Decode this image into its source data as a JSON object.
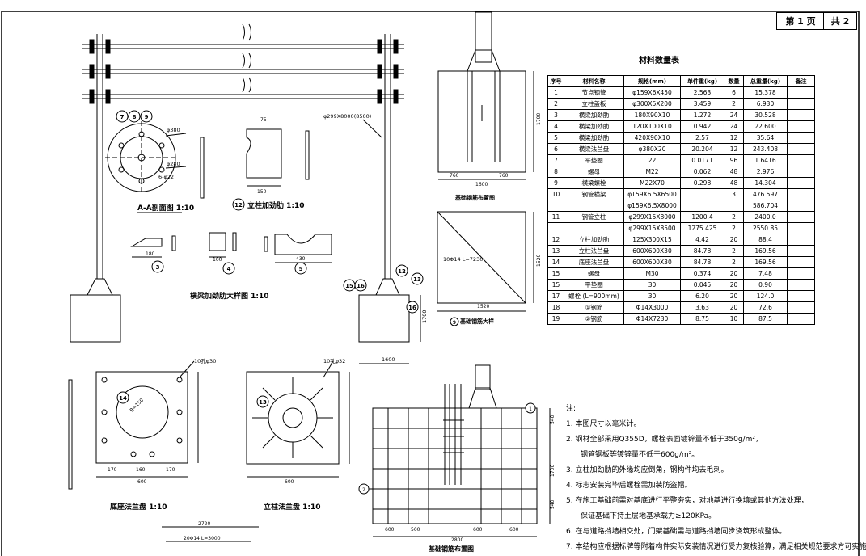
{
  "header": {
    "page": "第 1 页",
    "total": "共 2"
  },
  "table": {
    "title": "材料数量表",
    "headers": [
      "序号",
      "材料名称",
      "规格(mm)",
      "单件重(kg)",
      "数量",
      "总重量(kg)",
      "备注"
    ],
    "rows": [
      [
        "1",
        "节点钢管",
        "φ159X6X450",
        "2.563",
        "6",
        "15.378",
        ""
      ],
      [
        "2",
        "立柱盖板",
        "φ300X5X200",
        "3.459",
        "2",
        "6.930",
        ""
      ],
      [
        "3",
        "横梁加劲肋",
        "180X90X10",
        "1.272",
        "24",
        "30.528",
        ""
      ],
      [
        "4",
        "横梁加劲肋",
        "120X100X10",
        "0.942",
        "24",
        "22.600",
        ""
      ],
      [
        "5",
        "横梁加劲肋",
        "420X90X10",
        "2.57",
        "12",
        "35.64",
        ""
      ],
      [
        "6",
        "横梁法兰盘",
        "φ380X20",
        "20.204",
        "12",
        "243.408",
        ""
      ],
      [
        "7",
        "平垫圈",
        "22",
        "0.0171",
        "96",
        "1.6416",
        ""
      ],
      [
        "8",
        "螺母",
        "M22",
        "0.062",
        "48",
        "2.976",
        ""
      ],
      [
        "9",
        "横梁螺栓",
        "M22X70",
        "0.298",
        "48",
        "14.304",
        ""
      ],
      [
        "10",
        "钢管横梁",
        "φ159X6.5X6500",
        "",
        "3",
        "476.597",
        ""
      ],
      [
        "",
        "",
        "φ159X6.5X8000",
        "",
        "",
        "586.704",
        ""
      ],
      [
        "11",
        "钢管立柱",
        "φ299X15X8000",
        "1200.4",
        "2",
        "2400.0",
        ""
      ],
      [
        "",
        "",
        "φ299X15X8500",
        "1275.425",
        "2",
        "2550.85",
        ""
      ],
      [
        "12",
        "立柱加劲肋",
        "125X300X15",
        "4.42",
        "20",
        "88.4",
        ""
      ],
      [
        "13",
        "立柱法兰盘",
        "600X600X30",
        "84.78",
        "2",
        "169.56",
        ""
      ],
      [
        "14",
        "底座法兰盘",
        "600X600X30",
        "84.78",
        "2",
        "169.56",
        ""
      ],
      [
        "15",
        "螺母",
        "M30",
        "0.374",
        "20",
        "7.48",
        ""
      ],
      [
        "15",
        "平垫圈",
        "30",
        "0.045",
        "20",
        "0.90",
        ""
      ],
      [
        "17",
        "螺栓 (L=900mm)",
        "30",
        "6.20",
        "20",
        "124.0",
        ""
      ],
      [
        "18",
        "①钢筋",
        "Φ14X3000",
        "3.63",
        "20",
        "72.6",
        ""
      ],
      [
        "19",
        "②钢筋",
        "Φ14X7230",
        "8.75",
        "10",
        "87.5",
        ""
      ]
    ]
  },
  "notes": {
    "title": "注:",
    "lines": [
      "1. 本图尺寸以毫米计。",
      "2. 钢材全部采用Q355D，螺栓表面镀锌量不低于350g/m²，",
      "钢管钢板等镀锌量不低于600g/m²。",
      "3. 立柱加劲肋的外缘均应倒角，钢构件均去毛刺。",
      "4. 标志安装完毕后螺栓需加装防盗帽。",
      "5. 在施工基础前需对基底进行平整夯实，对地基进行换填或其他方法处理，",
      "保证基础下持土层地基承载力≥120KPa。",
      "6. 在与道路挡墙相交处，门架基础需与道路挡墙同步浇筑形成整体。",
      "7. 本结构应根据标牌等附着构件实际安装情况进行受力复核验算，满足相关规范要求方可实施"
    ]
  },
  "drawing": {
    "beam_spec": "φ299X8000(8500)",
    "title_a": "A-A剖面图 1:10",
    "title_stiff": "立柱加劲肋 1:10",
    "title_beam": "横梁加劲肋大样图 1:10",
    "title_anchor": "基础钢筋布置图",
    "title_rebar": "基础钢筋大样",
    "title_base": "底座法兰盘 1:10",
    "title_col": "立柱法兰盘 1:10",
    "title_found": "基础钢筋布置图",
    "phi380": "φ380",
    "phi280": "φ280",
    "holes": "6-φ22",
    "holes10_30": "10孔φ30",
    "holes10_32": "10孔φ32",
    "r150": "R=150",
    "rebar_7230": "10Φ14 L=7230",
    "rebar_3000": "20Φ14 L=3000",
    "dim_75": "75",
    "dim_100": "100",
    "dim_150": "150",
    "dim_160": "160",
    "dim_170": "170",
    "dim_180": "180",
    "dim_430": "430",
    "dim_500": "500",
    "dim_540": "540",
    "dim_600": "600",
    "dim_760": "760",
    "dim_1520": "1520",
    "dim_1600": "1600",
    "dim_1700": "1700",
    "dim_2720": "2720",
    "dim_2800": "2800",
    "b3": "3",
    "b4": "4",
    "b5": "5",
    "b7": "7",
    "b8": "8",
    "b9": "9",
    "b12": "12",
    "b13": "13",
    "b14": "14",
    "b15": "15",
    "b16": "16",
    "n1": "1",
    "n2": "2"
  }
}
